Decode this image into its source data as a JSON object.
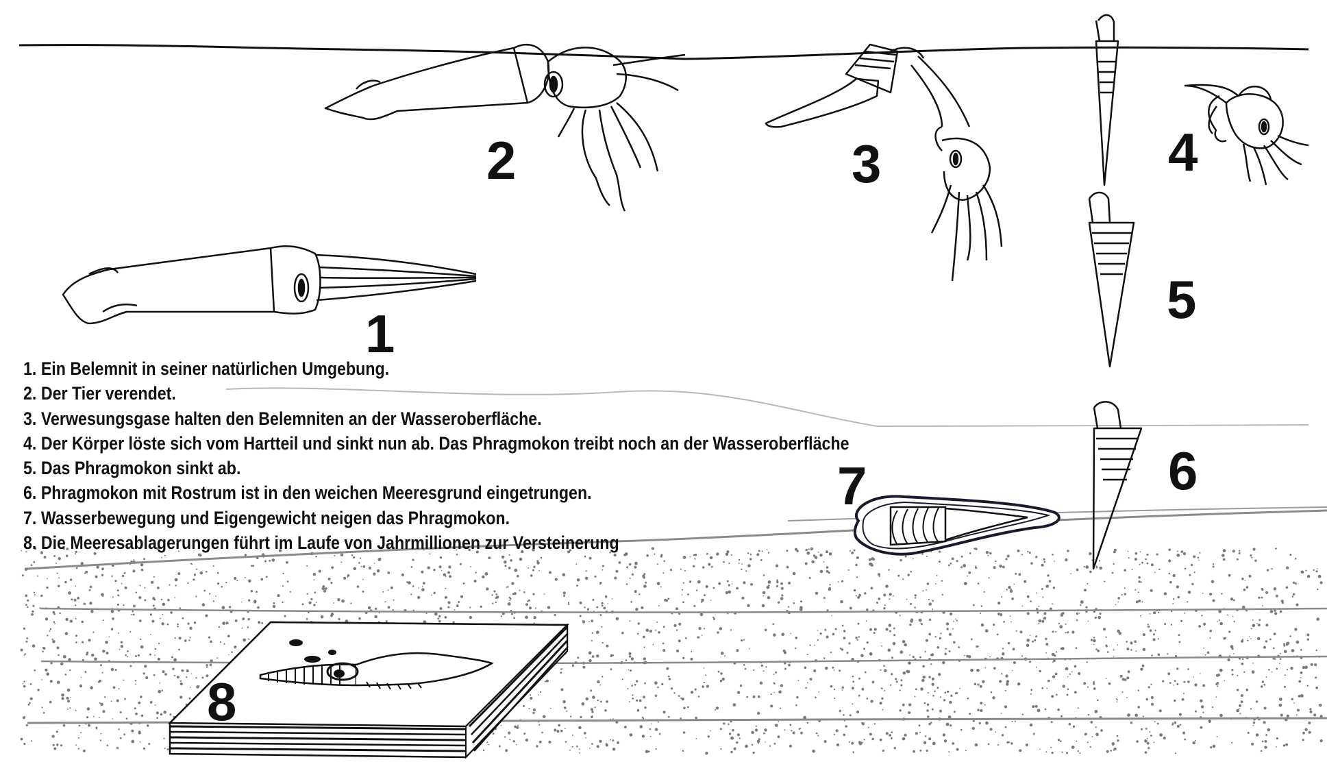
{
  "colors": {
    "ink": "#111111",
    "sediment_line": "#8a8a8a",
    "sediment_dot": "#7a7a7a",
    "fossil_outline": "#1a1a2e"
  },
  "step_numbers": [
    "1",
    "2",
    "3",
    "4",
    "5",
    "6",
    "7",
    "8"
  ],
  "legend": [
    "1. Ein Belemnit in seiner natürlichen Umgebung.",
    "2. Der Tier verendet.",
    "3. Verwesungsgase halten den Belemniten an der Wasseroberfläche.",
    "4. Der Körper löste sich vom Hartteil und sinkt nun ab. Das Phragmokon treibt noch an der Wasseroberfläche",
    "5. Das Phragmokon sinkt ab.",
    "6. Phragmokon mit Rostrum ist in den weichen Meeresgrund eingetrungen.",
    "7. Wasserbewegung und Eigengewicht neigen das Phragmokon.",
    "8. Die Meeresablagerungen führt im Laufe von Jahrmillionen zur Versteinerung"
  ]
}
